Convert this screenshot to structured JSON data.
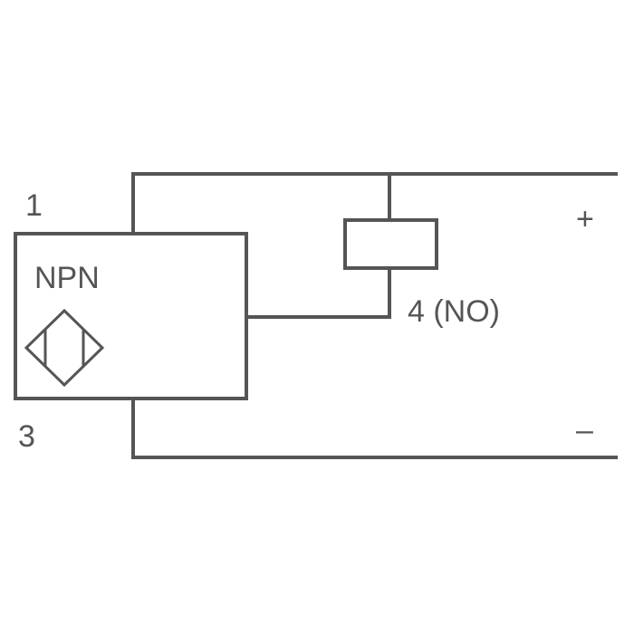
{
  "diagram": {
    "pin_top": "1",
    "pin_bottom": "3",
    "sensor_type": "NPN",
    "output_label": "4 (NO)",
    "supply_positive": "+",
    "supply_negative": "–",
    "sensor_symbol_icon": "inductive-sensor-icon",
    "load_icon": "load-resistor-icon",
    "line_color": "#555555"
  }
}
